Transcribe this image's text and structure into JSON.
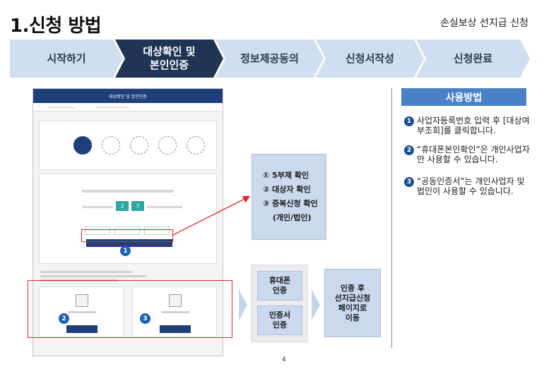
{
  "header": {
    "title": "1.신청 방법",
    "subtitle": "손실보상 선지급 신청"
  },
  "steps": [
    {
      "label": "시작하기",
      "active": false
    },
    {
      "label": "대상확인 및\n본인인증",
      "active": true
    },
    {
      "label": "정보제공동의",
      "active": false
    },
    {
      "label": "신청서작성",
      "active": false
    },
    {
      "label": "신청완료",
      "active": false
    }
  ],
  "screenshot": {
    "header": "대상확인 및 본인인증",
    "badges": [
      "1",
      "2",
      "3"
    ]
  },
  "checklist": {
    "items": [
      "① 5부제 확인",
      "② 대상자 확인",
      "③ 중복신청 확인",
      "(개인/법인)"
    ]
  },
  "auth_options": [
    "휴대폰\n인증",
    "인증서\n인증"
  ],
  "result": "인증 후\n선지급신청\n페이지로\n이동",
  "howto": {
    "title": "사용방법",
    "items": [
      {
        "num": "1",
        "text": "사업자등록번호 입력 후 [대상여부조회]를 클릭합니다."
      },
      {
        "num": "2",
        "text": "“휴대폰본인확인”은 개인사업자만 사용할 수 있습니다."
      },
      {
        "num": "3",
        "text": "“공동인증서”는 개인사업자 및 법인이 사용할 수 있습니다."
      }
    ]
  },
  "page_number": "4",
  "colors": {
    "step_light": "#cfdff0",
    "step_dark": "#1f3553",
    "howto_header": "#4a81c6",
    "highlight_red": "#e0262d",
    "badge_blue": "#1e5fb4"
  }
}
